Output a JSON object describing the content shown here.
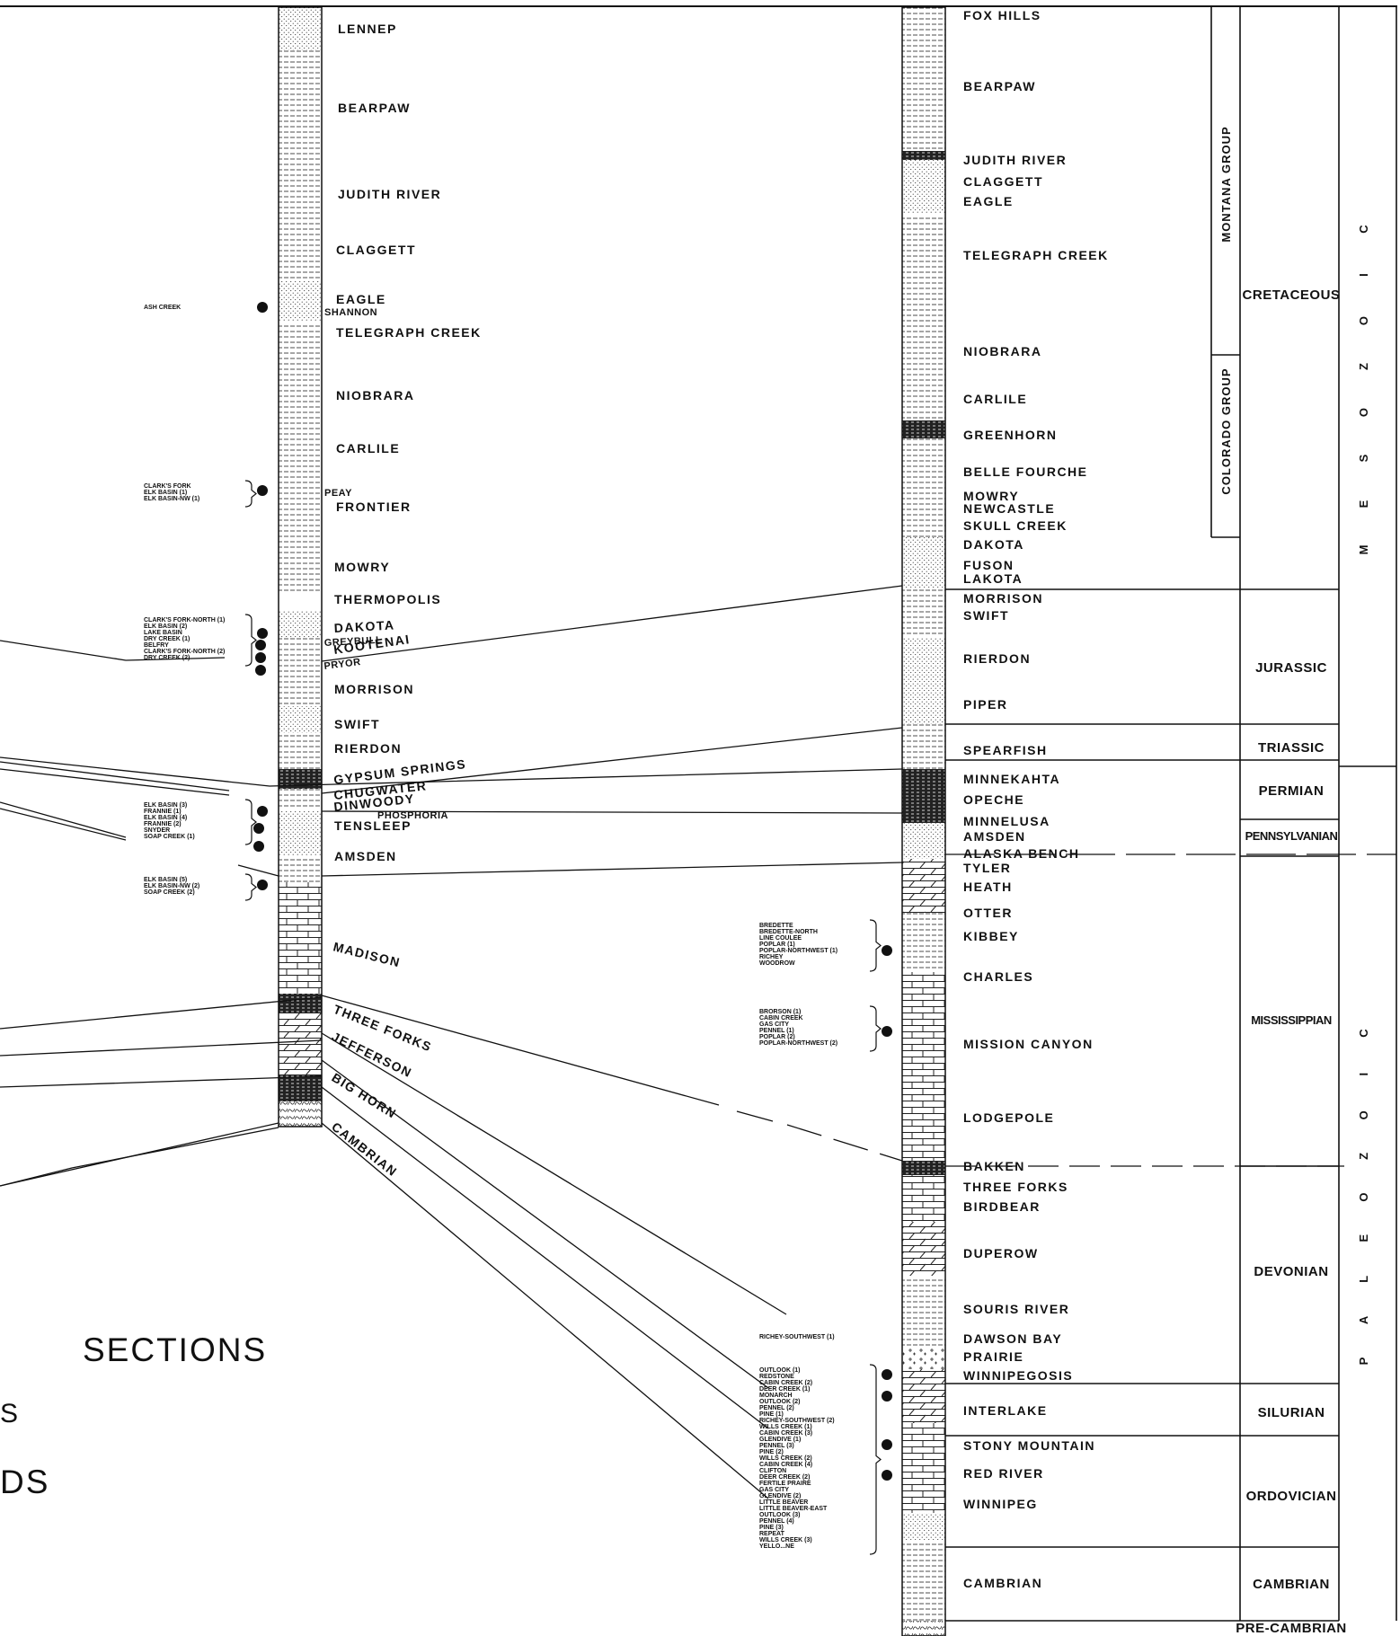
{
  "title_fragments": [
    "SECTIONS",
    "S",
    "DS"
  ],
  "left_column": {
    "formations": [
      "LENNEP",
      "BEARPAW",
      "JUDITH RIVER",
      "CLAGGETT",
      "EAGLE",
      "SHANNON",
      "TELEGRAPH CREEK",
      "NIOBRARA",
      "CARLILE",
      "PEAY",
      "FRONTIER",
      "MOWRY",
      "THERMOPOLIS",
      "DAKOTA",
      "GREYBULL",
      "KOOTENAI",
      "PRYOR",
      "MORRISON",
      "SWIFT",
      "RIERDON",
      "GYPSUM SPRINGS",
      "CHUGWATER",
      "DINWOODY",
      "PHOSPHORIA",
      "TENSLEEP",
      "AMSDEN",
      "MADISON",
      "THREE FORKS",
      "JEFFERSON",
      "BIG HORN",
      "CAMBRIAN"
    ],
    "well_groups": [
      [
        "ASH CREEK"
      ],
      [
        "CLARK'S FORK",
        "ELK BASIN (1)",
        "ELK BASIN-NW (1)"
      ],
      [
        "CLARK'S FORK-NORTH (1)",
        "ELK BASIN (2)",
        "LAKE BASIN",
        "DRY CREEK (1)",
        "BELFRY",
        "CLARK'S FORK-NORTH (2)",
        "DRY CREEK (2)"
      ],
      [
        "ELK BASIN (3)",
        "FRANNIE (1)",
        "ELK BASIN (4)",
        "FRANNIE (2)",
        "SNYDER",
        "SOAP CREEK (1)"
      ],
      [
        "ELK BASIN (5)",
        "ELK BASIN-NW (2)",
        "SOAP CREEK (2)"
      ]
    ]
  },
  "right_column": {
    "formations": [
      "FOX HILLS",
      "BEARPAW",
      "JUDITH RIVER",
      "CLAGGETT",
      "EAGLE",
      "TELEGRAPH CREEK",
      "NIOBRARA",
      "CARLILE",
      "GREENHORN",
      "BELLE FOURCHE",
      "MOWRY",
      "NEWCASTLE",
      "SKULL CREEK",
      "DAKOTA",
      "FUSON",
      "LAKOTA",
      "MORRISON",
      "SWIFT",
      "RIERDON",
      "PIPER",
      "SPEARFISH",
      "MINNEKAHTA",
      "OPECHE",
      "MINNELUSA",
      "AMSDEN",
      "ALASKA BENCH",
      "TYLER",
      "HEATH",
      "OTTER",
      "KIBBEY",
      "CHARLES",
      "MISSION CANYON",
      "LODGEPOLE",
      "BAKKEN",
      "THREE FORKS",
      "BIRDBEAR",
      "DUPEROW",
      "SOURIS RIVER",
      "DAWSON BAY",
      "PRAIRIE",
      "WINNIPEGOSIS",
      "INTERLAKE",
      "STONY MOUNTAIN",
      "RED RIVER",
      "WINNIPEG",
      "CAMBRIAN"
    ],
    "well_groups": [
      [
        "BREDETTE",
        "BREDETTE-NORTH",
        "LINE COULEE",
        "POPLAR (1)",
        "POPLAR-NORTHWEST (1)",
        "RICHEY",
        "WOODROW"
      ],
      [
        "BRORSON (1)",
        "CABIN CREEK",
        "GAS CITY",
        "PENNEL (1)",
        "POPLAR (2)",
        "POPLAR-NORTHWEST (2)"
      ],
      [
        "RICHEY-SOUTHWEST (1)"
      ],
      [
        "OUTLOOK (1)",
        "REDSTONE",
        "CABIN CREEK (2)",
        "DEER CREEK (1)",
        "MONARCH",
        "OUTLOOK (2)",
        "PENNEL (2)",
        "PINE (1)",
        "RICHEY-SOUTHWEST (2)",
        "WILLS CREEK (1)",
        "CABIN CREEK (3)",
        "GLENDIVE (1)",
        "PENNEL (3)",
        "PINE (2)",
        "WILLS CREEK (2)",
        "CABIN CREEK (4)",
        "CLIFTON",
        "DEER CREEK (2)",
        "FERTILE PRAIRE",
        "GAS CITY",
        "GLENDIVE (2)",
        "LITTLE BEAVER",
        "LITTLE BEAVER-EAST",
        "OUTLOOK (3)",
        "PENNEL (4)",
        "PINE (3)",
        "REPEAT",
        "WILLS CREEK (3)",
        "YELLO...NE"
      ]
    ]
  },
  "groups": [
    "MONTANA GROUP",
    "COLORADO GROUP"
  ],
  "periods": [
    "CRETACEOUS",
    "JURASSIC",
    "TRIASSIC",
    "PERMIAN",
    "PENNSYLVANIAN",
    "MISSISSIPPIAN",
    "DEVONIAN",
    "SILURIAN",
    "ORDOVICIAN",
    "CAMBRIAN",
    "PRE-CAMBRIAN"
  ],
  "eras": [
    "MESOZOIC",
    "PALEOZOIC"
  ]
}
